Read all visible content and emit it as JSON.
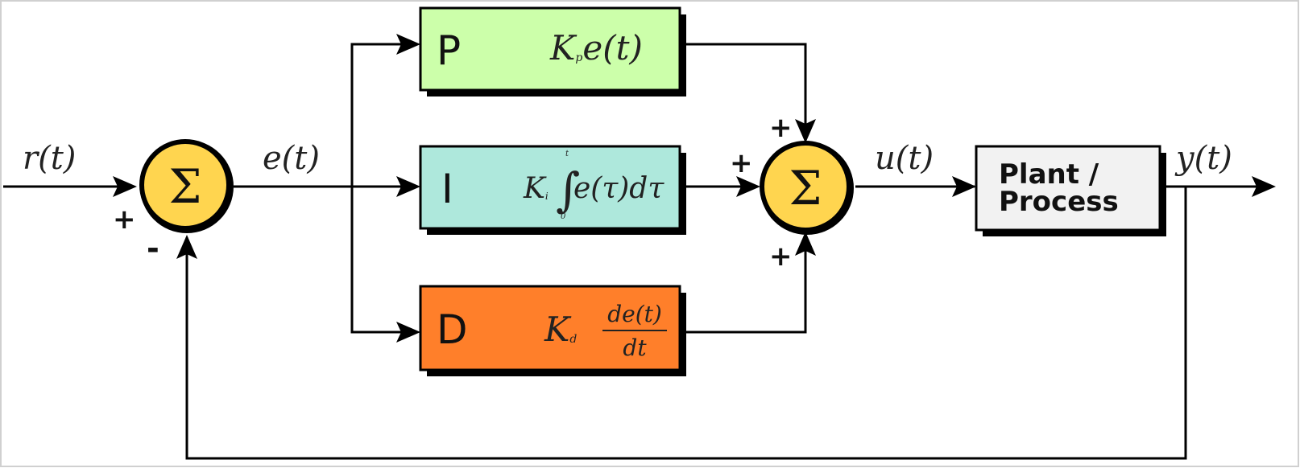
{
  "signals": {
    "reference": "r(t)",
    "error": "e(t)",
    "control": "u(t)",
    "output": "y(t)"
  },
  "summing_symbol": "Σ",
  "signs": {
    "reference_plus": "+",
    "feedback_minus": "-",
    "p_plus": "+",
    "i_plus": "+",
    "d_plus": "+"
  },
  "blocks": {
    "p": {
      "letter": "P",
      "gain": "K",
      "gain_sub": "p",
      "term": "e(t)",
      "color": "#ccffaa"
    },
    "i": {
      "letter": "I",
      "gain": "K",
      "gain_sub": "i",
      "upper_limit": "t",
      "lower_limit": "0",
      "integral": "∫",
      "term": "e(τ)dτ",
      "color": "#aee8dc"
    },
    "d": {
      "letter": "D",
      "gain": "K",
      "gain_sub": "d",
      "numerator": "de(t)",
      "denominator": "dt",
      "color": "#ff7f2a"
    },
    "plant": {
      "line1": "Plant /",
      "line2": "Process",
      "color": "#f2f2f2"
    }
  },
  "colors": {
    "summer": "#ffd54f",
    "line": "#000000",
    "shadow": "#000000",
    "border": "#d0d0d0"
  }
}
